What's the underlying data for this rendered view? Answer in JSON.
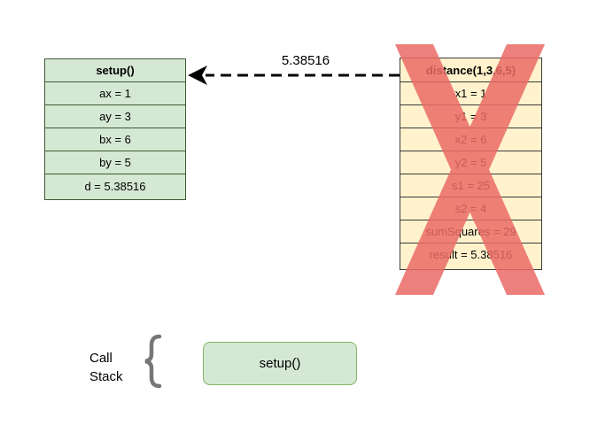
{
  "setup_frame": {
    "title": "setup()",
    "rows": [
      "ax = 1",
      "ay = 3",
      "bx = 6",
      "by = 5",
      "d = 5.38516"
    ]
  },
  "distance_frame": {
    "title": "distance(1,3,6,5)",
    "rows": [
      "x1 = 1",
      "y1 = 3",
      "x2 = 6",
      "y2 = 5",
      "s1 = 25",
      "s2 = 4",
      "sumSquares = 29",
      "result = 5.38516"
    ],
    "cross_icon": "x-cross-icon",
    "cross_color": "#ea6b66"
  },
  "return_arrow": {
    "label": "5.38516",
    "icon": "dashed-arrow-left-icon"
  },
  "call_stack": {
    "label_line1": "Call",
    "label_line2": "Stack",
    "brace_icon": "curly-brace-icon",
    "items": [
      "setup()"
    ]
  },
  "colors": {
    "green_fill": "#d5e8d4",
    "green_stroke": "#82b366",
    "yellow_fill": "#fff2cc",
    "red_cross": "#ea6b66",
    "brace_gray": "#777777"
  }
}
